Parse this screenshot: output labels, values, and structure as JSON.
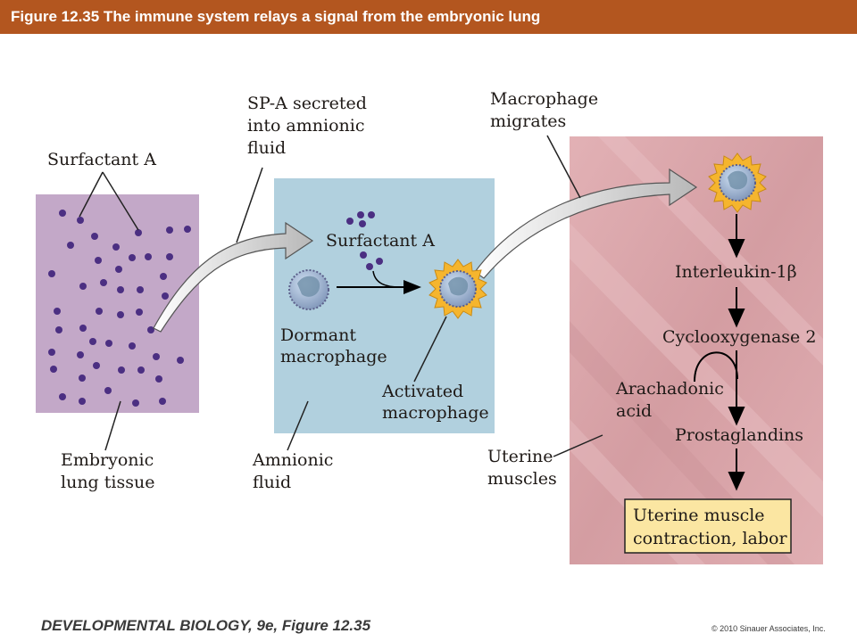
{
  "title": "Figure 12.35  The immune system relays a signal from the embryonic lung",
  "labels": {
    "surfactant_a_lung": "Surfactant A",
    "sp_a_line1": "SP-A secreted",
    "sp_a_line2": "into amnionic",
    "sp_a_line3": "fluid",
    "macrophage_migrates_line1": "Macrophage",
    "macrophage_migrates_line2": "migrates",
    "surfactant_a_fluid": "Surfactant A",
    "dormant_line1": "Dormant",
    "dormant_line2": "macrophage",
    "activated_line1": "Activated",
    "activated_line2": "macrophage",
    "embryonic_line1": "Embryonic",
    "embryonic_line2": "lung tissue",
    "amnionic_line1": "Amnionic",
    "amnionic_line2": "fluid",
    "uterine_line1": "Uterine",
    "uterine_line2": "muscles"
  },
  "pathway": {
    "interleukin": "Interleukin-1β",
    "cyclooxygenase": "Cyclooxygenase 2",
    "arachidonic_line1": "Arachadonic",
    "arachidonic_line2": "acid",
    "prostaglandins": "Prostaglandins",
    "result_line1": "Uterine muscle",
    "result_line2": "contraction, labor"
  },
  "footer": {
    "book": "DEVELOPMENTAL BIOLOGY, 9e, Figure 12.35",
    "copyright": "© 2010 Sinauer Associates, Inc."
  },
  "colors": {
    "title_bar": "#b3561f",
    "lung_tissue": "#c3a8c8",
    "amnionic_fluid": "#b1d0de",
    "uterine_muscle": "#d9a3a8",
    "surfactant_dot": "#4b2f82",
    "result_box": "#fbe6a2",
    "macrophage_halo": "#f5b52e"
  }
}
